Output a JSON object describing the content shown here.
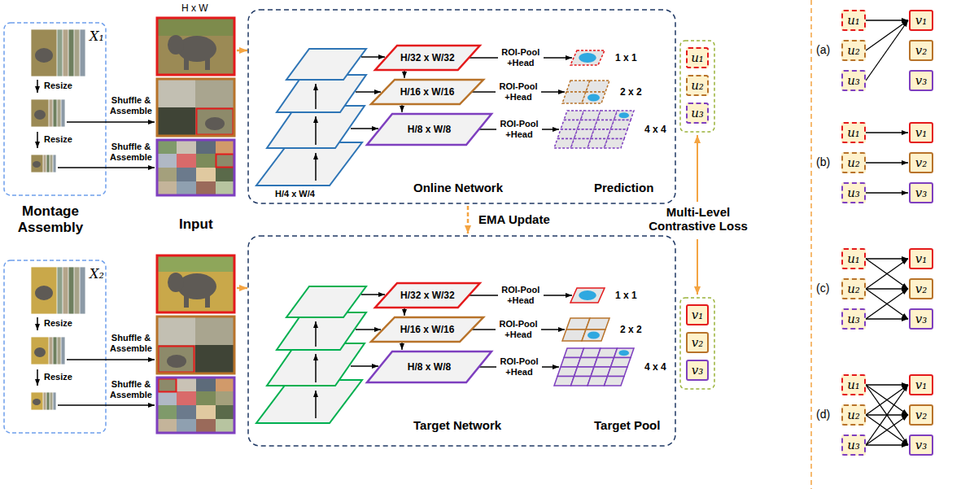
{
  "diagram": {
    "nodes": [
      {
        "text": [
          "H/32 x W/32"
        ]
      },
      {
        "text": [
          "H/16 x W/16"
        ]
      },
      {
        "text": [
          "H/8 x W/8"
        ]
      },
      {
        "text": [
          "1 x 1"
        ]
      },
      {
        "text": [
          "2 x 2"
        ]
      },
      {
        "text": [
          "4 x 4"
        ]
      },
      {
        "text": [
          "u₁"
        ]
      },
      {
        "text": [
          "u₂"
        ]
      },
      {
        "text": [
          "u₃"
        ]
      },
      {
        "text": [
          "H/32 x W/32"
        ]
      },
      {
        "text": [
          "H/16 x W/16"
        ]
      },
      {
        "text": [
          "H/8 x W/8"
        ]
      },
      {
        "text": [
          "1 x 1"
        ]
      },
      {
        "text": [
          "2 x 2"
        ]
      },
      {
        "text": [
          "4 x 4"
        ]
      },
      {
        "text": [
          "v₁"
        ]
      },
      {
        "text": [
          "v₂"
        ]
      },
      {
        "text": [
          "v₃"
        ]
      },
      {
        "text": [
          "u₁"
        ]
      },
      {
        "text": [
          "u₂"
        ]
      },
      {
        "text": [
          "u₃"
        ]
      },
      {
        "text": [
          "v₁"
        ]
      },
      {
        "text": [
          "v₂"
        ]
      },
      {
        "text": [
          "v₃"
        ]
      },
      {
        "text": [
          "u₁"
        ]
      },
      {
        "text": [
          "u₂"
        ]
      },
      {
        "text": [
          "u₃"
        ]
      },
      {
        "text": [
          "v₁"
        ]
      },
      {
        "text": [
          "v₂"
        ]
      },
      {
        "text": [
          "v₃"
        ]
      },
      {
        "text": [
          "u₁"
        ]
      },
      {
        "text": [
          "u₂"
        ]
      },
      {
        "text": [
          "u₃"
        ]
      },
      {
        "text": [
          "v₁"
        ]
      },
      {
        "text": [
          "v₂"
        ]
      },
      {
        "text": [
          "v₃"
        ]
      },
      {
        "text": [
          "u₁"
        ]
      },
      {
        "text": [
          "u₂"
        ]
      },
      {
        "text": [
          "u₃"
        ]
      },
      {
        "text": [
          "v₁"
        ]
      },
      {
        "text": [
          "v₂"
        ]
      },
      {
        "text": [
          "v₃"
        ]
      }
    ],
    "edges": [
      {
        "from": 0,
        "to": 1,
        "arrow": "to"
      },
      {
        "from": 1,
        "to": 2,
        "arrow": "to"
      },
      {
        "from": 0,
        "to": 3,
        "arrow": "to",
        "label": "ROI-Pool +Head"
      },
      {
        "from": 1,
        "to": 4,
        "arrow": "to",
        "label": "ROI-Pool +Head"
      },
      {
        "from": 2,
        "to": 5,
        "arrow": "to",
        "label": "ROI-Pool +Head"
      },
      {
        "from": 9,
        "to": 10,
        "arrow": "to"
      },
      {
        "from": 10,
        "to": 11,
        "arrow": "to"
      },
      {
        "from": 9,
        "to": 12,
        "arrow": "to",
        "label": "ROI-Pool +Head"
      },
      {
        "from": 10,
        "to": 13,
        "arrow": "to",
        "label": "ROI-Pool +Head"
      },
      {
        "from": 11,
        "to": 14,
        "arrow": "to",
        "label": "ROI-Pool +Head"
      },
      {
        "from": 18,
        "to": 21,
        "arrow": "to"
      },
      {
        "from": 19,
        "to": 21,
        "arrow": "to"
      },
      {
        "from": 20,
        "to": 21,
        "arrow": "to"
      },
      {
        "from": 24,
        "to": 27,
        "arrow": "to"
      },
      {
        "from": 25,
        "to": 28,
        "arrow": "to"
      },
      {
        "from": 26,
        "to": 29,
        "arrow": "to"
      },
      {
        "from": 30,
        "to": 33,
        "arrow": "to"
      },
      {
        "from": 30,
        "to": 34,
        "arrow": "to"
      },
      {
        "from": 31,
        "to": 33,
        "arrow": "to"
      },
      {
        "from": 31,
        "to": 34,
        "arrow": "to"
      },
      {
        "from": 31,
        "to": 35,
        "arrow": "to"
      },
      {
        "from": 32,
        "to": 34,
        "arrow": "to"
      },
      {
        "from": 32,
        "to": 35,
        "arrow": "to"
      },
      {
        "from": 36,
        "to": 39,
        "arrow": "to"
      },
      {
        "from": 36,
        "to": 40,
        "arrow": "to"
      },
      {
        "from": 36,
        "to": 41,
        "arrow": "to"
      },
      {
        "from": 37,
        "to": 39,
        "arrow": "to"
      },
      {
        "from": 37,
        "to": 40,
        "arrow": "to"
      },
      {
        "from": 37,
        "to": 41,
        "arrow": "to"
      },
      {
        "from": 38,
        "to": 39,
        "arrow": "to"
      },
      {
        "from": 38,
        "to": 40,
        "arrow": "to"
      },
      {
        "from": 38,
        "to": 41,
        "arrow": "to"
      }
    ],
    "labels": [
      "H x W",
      "X₁",
      "Resize",
      "Resize",
      "Shuffle & Assemble",
      "Shuffle & Assemble",
      "Montage Assembly",
      "Input",
      "H/4 x W/4",
      "Online Network",
      "Prediction",
      "EMA Update",
      "Multi-Level Contrastive Loss",
      "X₂",
      "Resize",
      "Resize",
      "Shuffle & Assemble",
      "Shuffle & Assemble",
      "Target Network",
      "Target Pool",
      "(a)",
      "(b)",
      "(c)",
      "(d)"
    ]
  }
}
